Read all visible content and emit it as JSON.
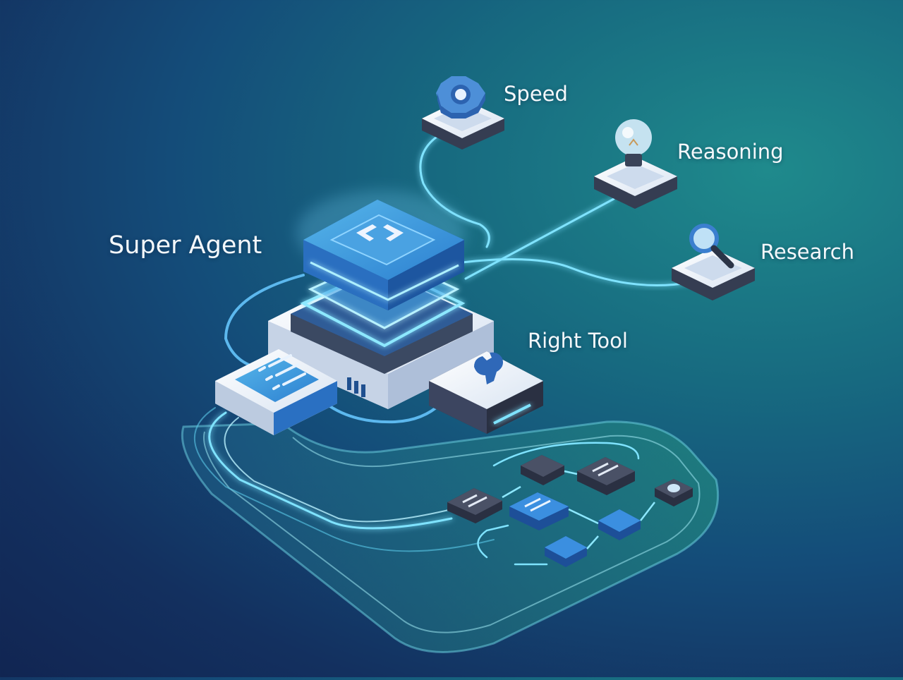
{
  "labels": {
    "speed": "Speed",
    "reasoning": "Reasoning",
    "research": "Research",
    "super_agent": "Super Agent",
    "right_tool": "Right Tool"
  },
  "icons": {
    "speed": "gear-icon",
    "reasoning": "lightbulb-icon",
    "research": "magnifier-icon",
    "super_agent": "code-brackets-icon",
    "right_tool": "wrench-icon",
    "list_module": "list-icon"
  },
  "colors": {
    "glow": "#7fe3ff",
    "accent": "#3aa7e6",
    "tile_top": "#eef3fa",
    "dark_tile": "#3b4255"
  }
}
